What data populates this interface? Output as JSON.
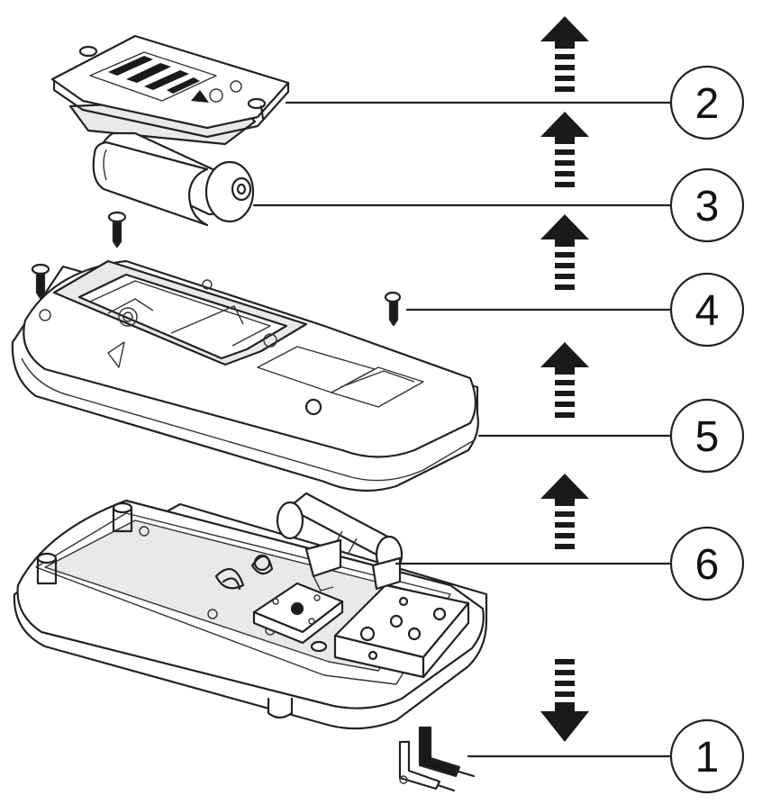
{
  "callouts": [
    {
      "label": "2"
    },
    {
      "label": "3"
    },
    {
      "label": "4"
    },
    {
      "label": "5"
    },
    {
      "label": "6"
    },
    {
      "label": "1"
    }
  ],
  "arrows": [
    {
      "direction": "up"
    },
    {
      "direction": "up"
    },
    {
      "direction": "up"
    },
    {
      "direction": "up"
    },
    {
      "direction": "up"
    },
    {
      "direction": "down"
    }
  ],
  "colors": {
    "line": "#222222",
    "background": "#ffffff",
    "fill_light": "#e9e9e9"
  }
}
